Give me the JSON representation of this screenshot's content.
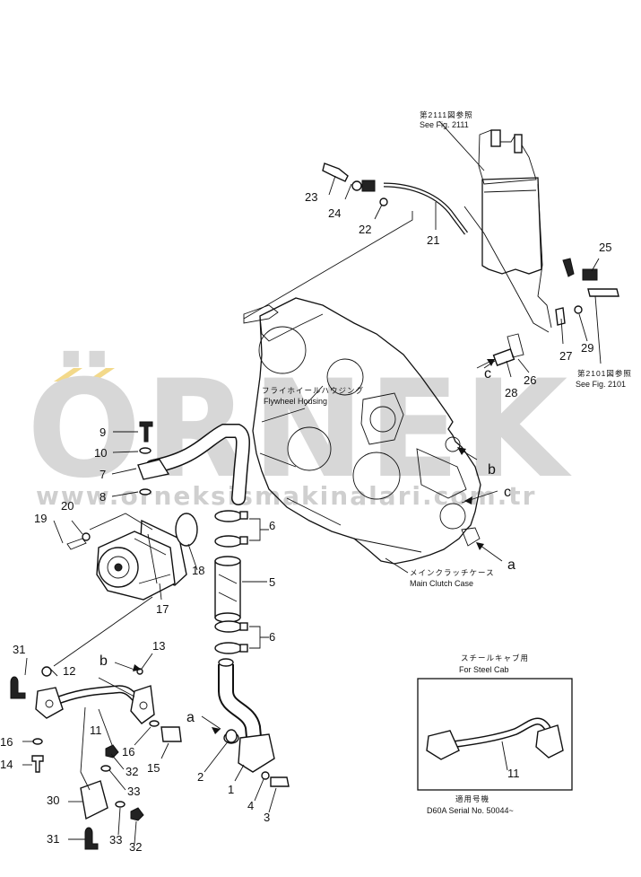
{
  "watermark": {
    "text": "ÖRNEK",
    "url": "www.orneksismakinalari.com.tr",
    "accent_color": "#f3d98a",
    "text_color": "#d7d7d7"
  },
  "references": {
    "fig2111_jp": "第2111図参照",
    "fig2111_en": "See Fig. 2111",
    "fig2101_jp": "第2101図参照",
    "fig2101_en": "See Fig. 2101"
  },
  "labels": {
    "flywheel_jp": "フライホイールハウジング",
    "flywheel_en": "Flywheel Housing",
    "clutch_jp": "メインクラッチケース",
    "clutch_en": "Main Clutch Case"
  },
  "inset": {
    "title_jp": "スチールキャブ用",
    "title_en": "For Steel Cab",
    "part_number": "11",
    "serial_jp": "適用号機",
    "serial_en": "D60A Serial No. 50044~"
  },
  "callouts": {
    "a": "a",
    "b": "b",
    "c": "c"
  },
  "parts": [
    "1",
    "2",
    "3",
    "4",
    "5",
    "6",
    "7",
    "8",
    "9",
    "10",
    "11",
    "12",
    "13",
    "14",
    "15",
    "16",
    "17",
    "18",
    "19",
    "20",
    "21",
    "22",
    "23",
    "24",
    "25",
    "26",
    "27",
    "28",
    "29",
    "30",
    "31",
    "32",
    "33"
  ]
}
